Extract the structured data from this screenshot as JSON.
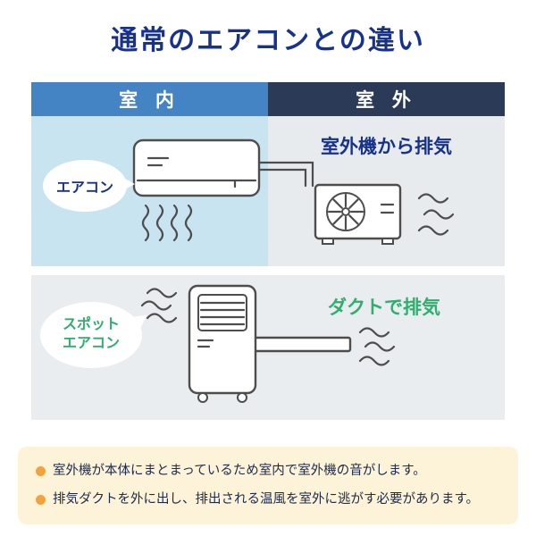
{
  "title": "通常のエアコンとの違い",
  "comparison": {
    "indoor_header": "室 内",
    "outdoor_header": "室 外",
    "regular": {
      "bubble_label": "エアコン",
      "exhaust_label": "室外機から排気"
    },
    "spot": {
      "bubble_line1": "スポット",
      "bubble_line2": "エアコン",
      "exhaust_label": "ダクトで排気"
    }
  },
  "notes": [
    "室外機が本体にまとまっているため室内で室外機の音がします。",
    "排気ダクトを外に出し、排出される温風を室外に逃がす必要があります。"
  ],
  "colors": {
    "title_navy": "#17328c",
    "indoor_header_bg": "#4483c4",
    "outdoor_header_bg": "#2b3a57",
    "indoor_panel_bg": "#c9e4f1",
    "outdoor_panel_bg": "#e8ebed",
    "spot_panel_bg": "#eaedef",
    "green_accent": "#2fae6e",
    "notes_bg": "#fcf3d8",
    "bullet_orange": "#f2a33c"
  }
}
